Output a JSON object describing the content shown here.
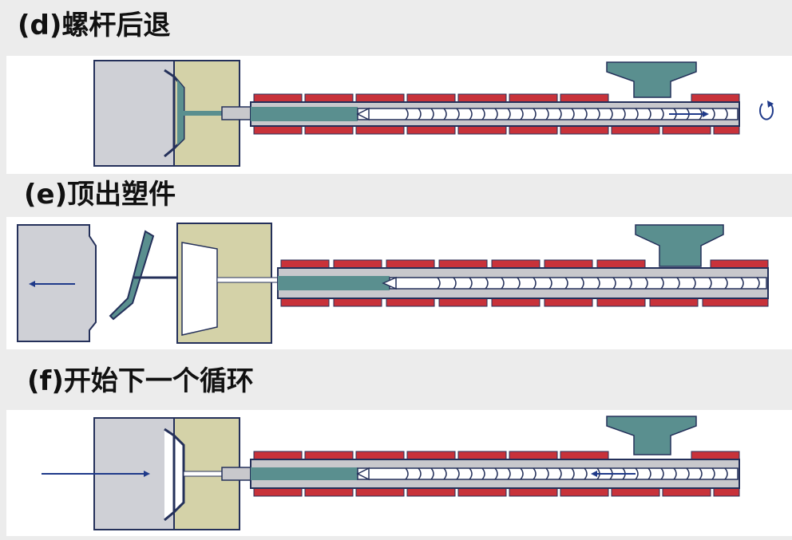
{
  "sections": [
    {
      "title": "(d)螺杆后退",
      "rotation_icon": "rotate-cw-icon"
    },
    {
      "title": "(e)顶出塑件",
      "arrow_icon": "arrow-left-icon"
    },
    {
      "title": "(f)开始下一个循环",
      "arrow_icon": "arrow-right-icon"
    }
  ],
  "colors": {
    "heater": "#c8323a",
    "barrel": "#c8c8cc",
    "melt": "#5a8f8f",
    "mold_fixed": "#d4d2a8",
    "mold_moving": "#cfd0d6",
    "outline": "#24305a"
  }
}
